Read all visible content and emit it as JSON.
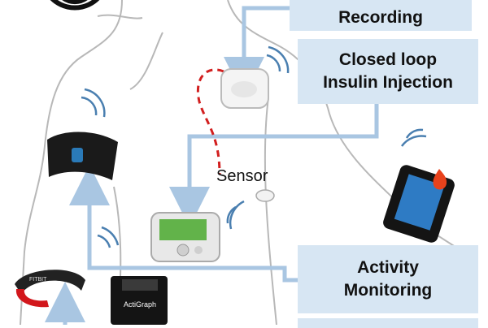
{
  "labels": {
    "recording": "Recording",
    "closed_loop_line1": "Closed loop",
    "closed_loop_line2": "Insulin Injection",
    "sensor": "Sensor",
    "activity_line1": "Activity",
    "activity_line2": "Monitoring"
  },
  "device_text": {
    "actigraph": "ActiGraph",
    "band": "FITBIT"
  },
  "colors": {
    "label_box": "#d7e6f3",
    "connector": "#a9c6e2",
    "wireless_waves": "#4a7fb0",
    "body_outline": "#b8b8b8",
    "insulin_tube": "#d21f1f",
    "pump_screen": "#62b34a",
    "phone_screen": "#2e7bc4",
    "drop": "#e8421c"
  },
  "icons": [
    "wifi-signal-icon",
    "wireless-waves-icon",
    "arrow-down-icon",
    "arrow-up-icon"
  ]
}
